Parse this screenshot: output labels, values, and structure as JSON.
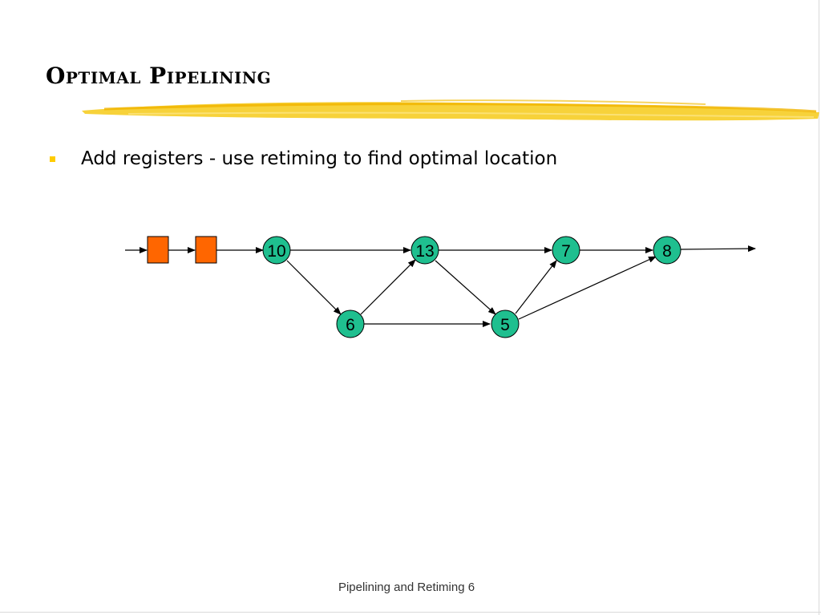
{
  "slide": {
    "title": "Optimal Pipelining",
    "bullets": [
      {
        "text": "Add registers - use retiming to find optimal location"
      }
    ],
    "footer": "Pipelining and Retiming 6"
  },
  "colors": {
    "node_fill": "#1fbf8f",
    "register_fill": "#ff6600",
    "bullet_marker": "#ffcc00",
    "highlight_stroke": "#f5c518"
  },
  "graph": {
    "registers": 2,
    "nodes": [
      {
        "id": "n10",
        "label": "10"
      },
      {
        "id": "n13",
        "label": "13"
      },
      {
        "id": "n7",
        "label": "7"
      },
      {
        "id": "n8",
        "label": "8"
      },
      {
        "id": "n6",
        "label": "6"
      },
      {
        "id": "n5",
        "label": "5"
      }
    ],
    "edges": [
      [
        "n10",
        "n13"
      ],
      [
        "n10",
        "n6"
      ],
      [
        "n6",
        "n13"
      ],
      [
        "n6",
        "n5"
      ],
      [
        "n13",
        "n5"
      ],
      [
        "n13",
        "n7"
      ],
      [
        "n5",
        "n7"
      ],
      [
        "n5",
        "n8"
      ],
      [
        "n7",
        "n8"
      ]
    ]
  }
}
